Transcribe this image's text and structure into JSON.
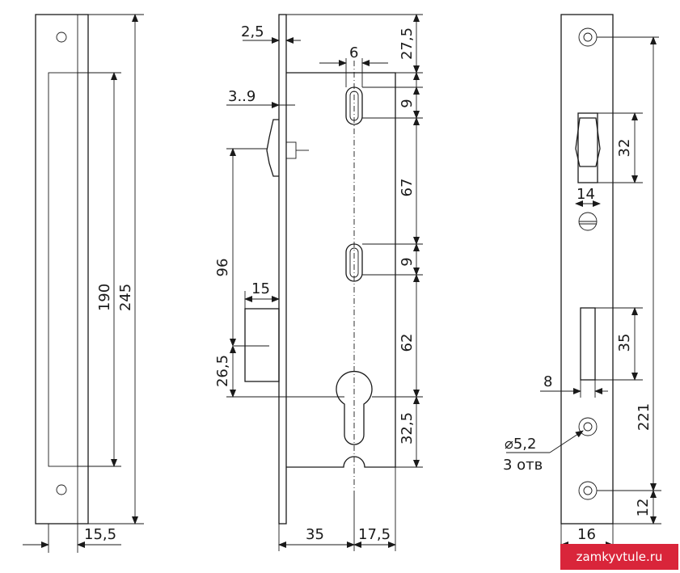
{
  "dimensions": {
    "faceplate_width": "15,5",
    "slot_spacing_inner": "190",
    "faceplate_length": "245",
    "offset_2_5": "2,5",
    "top_offset": "27,5",
    "slot_width": "6",
    "latch_projection": "3..9",
    "slot_length_1": "9",
    "slot_spacing": "67",
    "slot_length_2": "9",
    "latch_to_bolt": "96",
    "bolt_width": "15",
    "cylinder_to_slot": "62",
    "bolt_to_cylinder": "26,5",
    "cylinder_offset": "32,5",
    "backset": "35",
    "cylinder_center": "17,5",
    "strike_latch_height": "32",
    "strike_latch_width": "14",
    "strike_bolt_height": "35",
    "strike_bolt_offset": "8",
    "strike_hole_spacing": "221",
    "hole_diameter": "⌀5,2",
    "hole_count": "3 отв",
    "bottom_offset": "12",
    "strike_width": "16"
  },
  "watermark": "zamkyvtule.ru"
}
